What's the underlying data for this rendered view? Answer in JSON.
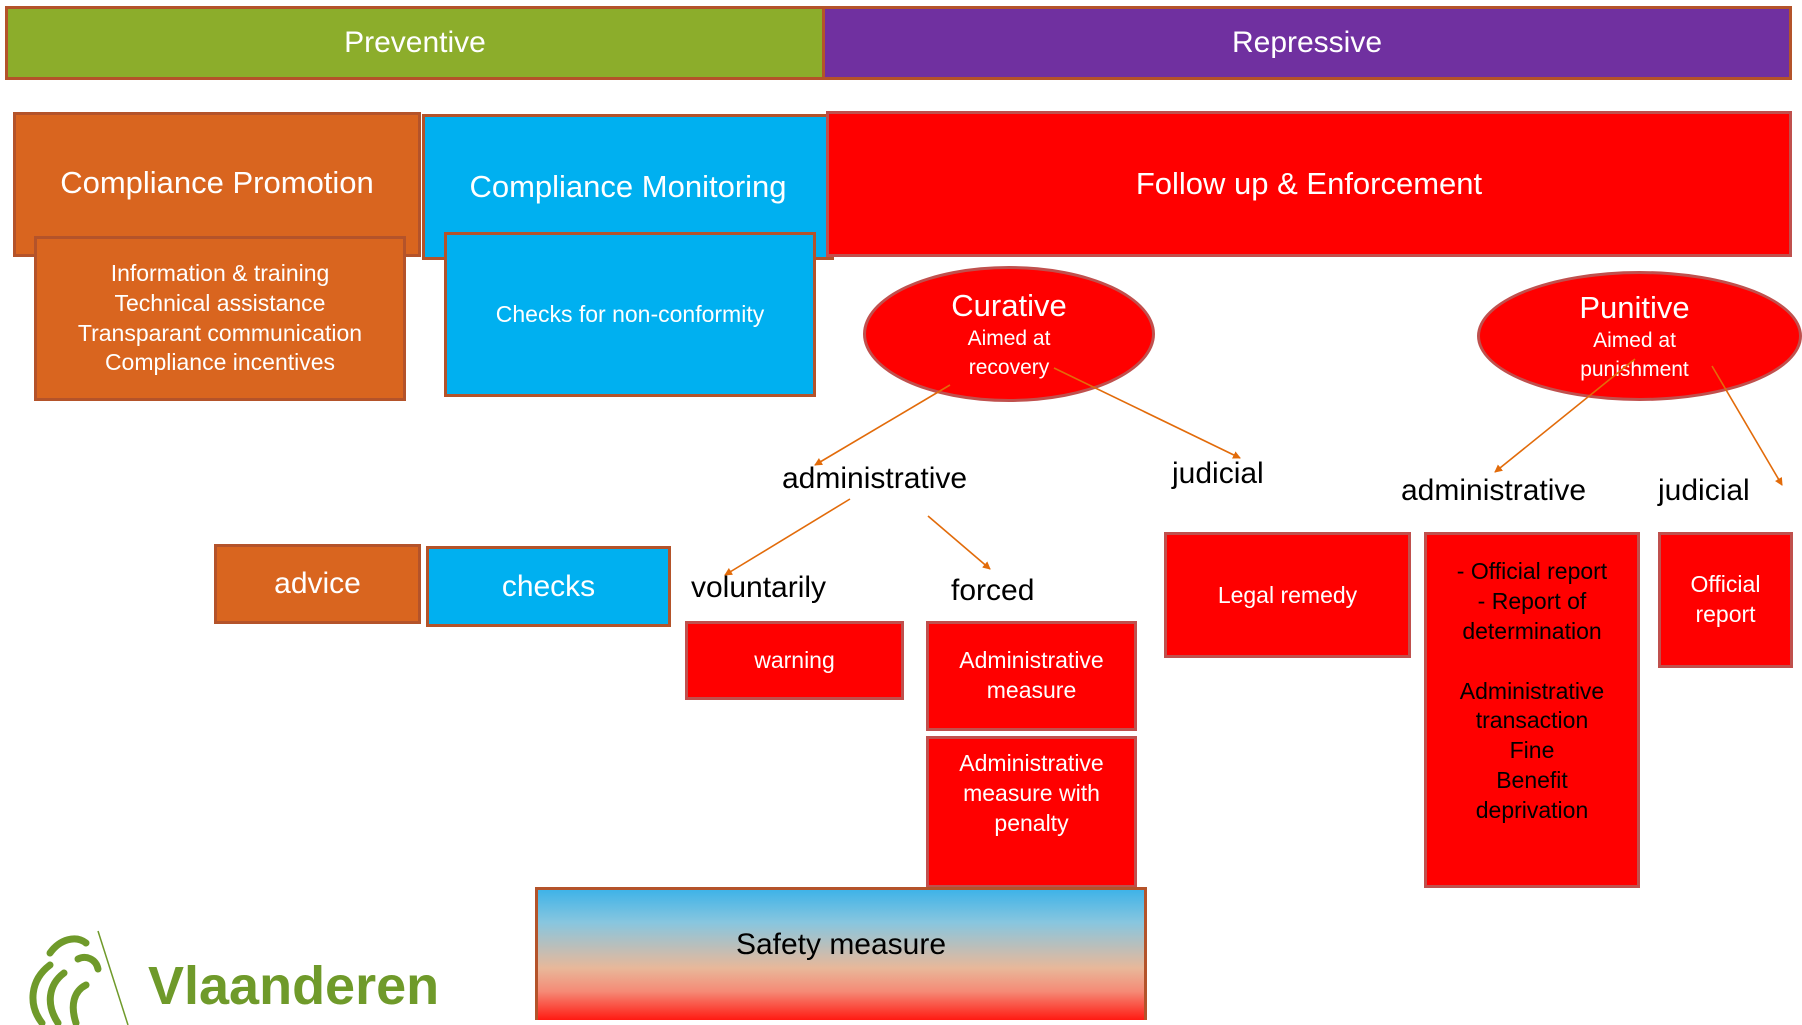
{
  "colors": {
    "preventive": "#8cad2b",
    "repressive": "#7030a0",
    "promotion": "#d9651f",
    "monitoring": "#00b0f0",
    "enforcement": "#ff0000",
    "arrow": "#e26b0a",
    "logo_green": "#6f9a2a"
  },
  "header": {
    "preventive": "Preventive",
    "repressive": "Repressive"
  },
  "promotion": {
    "title": "Compliance Promotion",
    "items": [
      "Information & training",
      "Technical assistance",
      "Transparant communication",
      "Compliance incentives"
    ],
    "advice": "advice"
  },
  "monitoring": {
    "title": "Compliance Monitoring",
    "detail": "Checks for non-conformity",
    "checks": "checks"
  },
  "enforcement": {
    "title": "Follow up & Enforcement"
  },
  "curative": {
    "title": "Curative",
    "subtitle_line1": "Aimed at",
    "subtitle_line2": "recovery",
    "admin_label": "administrative",
    "judicial_label": "judicial",
    "voluntarily_label": "voluntarily",
    "forced_label": "forced",
    "warning": "warning",
    "admin_measure_line1": "Administrative",
    "admin_measure_line2": "measure",
    "penalty_line1": "Administrative",
    "penalty_line2": "measure with",
    "penalty_line3": "penalty",
    "legal_remedy": "Legal remedy",
    "safety_measure": "Safety measure"
  },
  "punitive": {
    "title": "Punitive",
    "subtitle_line1": "Aimed at",
    "subtitle_line2": "punishment",
    "admin_label": "administrative",
    "judicial_label": "judicial",
    "admin_items": [
      "- Official report",
      "- Report of",
      "determination",
      "",
      "Administrative",
      "transaction",
      "Fine",
      "Benefit",
      "deprivation"
    ],
    "judicial_line1": "Official",
    "judicial_line2": "report"
  },
  "logo": {
    "text": "Vlaanderen"
  }
}
